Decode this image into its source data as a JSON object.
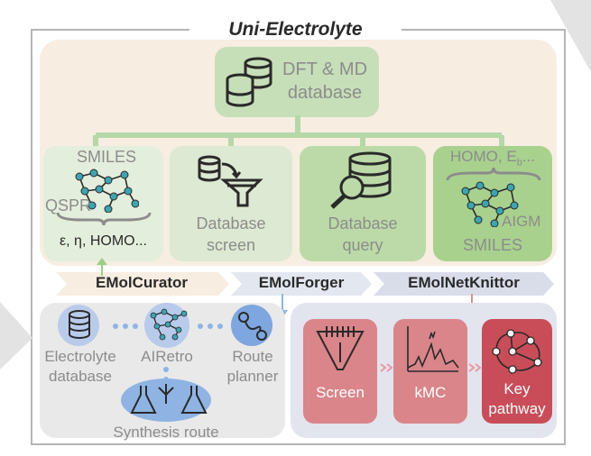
{
  "title": "Uni-Electrolyte",
  "top": {
    "database_label_line1": "DFT & MD",
    "database_label_line2": "database",
    "curator_box": {
      "top": "SMILES",
      "left": "QSPR",
      "bottom": "ε, η, HOMO..."
    },
    "screen_box": {
      "line1": "Database",
      "line2": "screen"
    },
    "query_box": {
      "line1": "Database",
      "line2": "query"
    },
    "aigm_box": {
      "top": "HOMO, E",
      "top_sub": "b",
      "top_tail": "...",
      "right": "AIGM",
      "bottom": "SMILES"
    }
  },
  "modules": {
    "curator": "EMolCurator",
    "forger": "EMolForger",
    "knittor": "EMolNetKnittor"
  },
  "bottom_left": {
    "electrolyte_db": {
      "line1": "Electrolyte",
      "line2": "database"
    },
    "airetro": "AIRetro",
    "route_planner": {
      "line1": "Route",
      "line2": "planner"
    },
    "synthesis_route": "Synthesis route"
  },
  "bottom_right": {
    "screen": "Screen",
    "kmc": "kMC",
    "key_pathway": {
      "line1": "Key",
      "line2": "pathway"
    }
  },
  "colors": {
    "top_panel": "#f7ede1",
    "green_light": "#dde9d2",
    "green_mid": "#c7dfb8",
    "green_dark": "#a9d18e",
    "red_box": "#d26d73",
    "bottom_left": "#e9e9e9",
    "bottom_right": "#e2e4ee"
  }
}
